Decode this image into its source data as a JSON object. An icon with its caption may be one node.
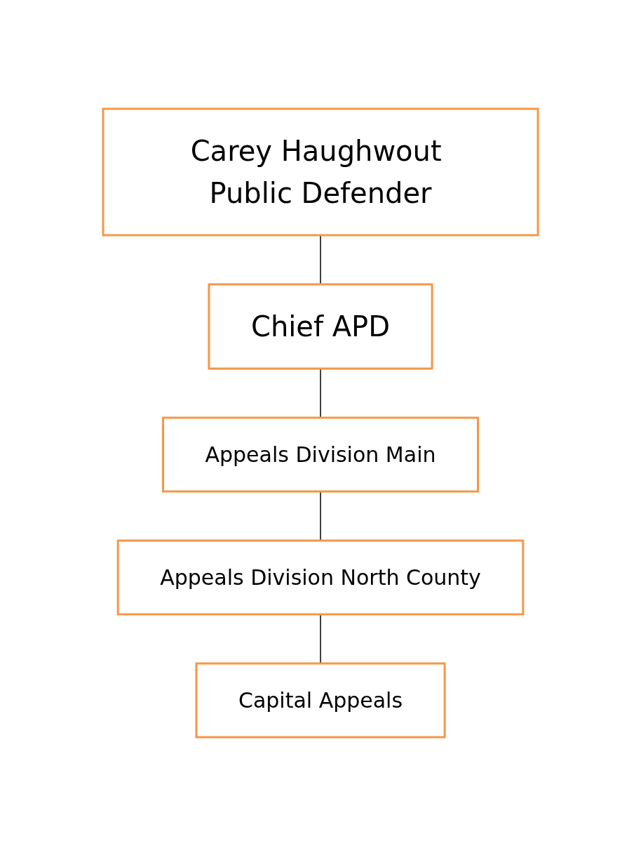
{
  "diagram": {
    "nodes": [
      {
        "text": [
          "Carey Haughwout Public Defender"
        ]
      },
      {
        "text": [
          "Chief APD"
        ]
      },
      {
        "text": [
          "Appeals Division Main"
        ]
      },
      {
        "text": [
          "Appeals Division North County"
        ]
      },
      {
        "text": [
          "Capital Appeals"
        ]
      }
    ],
    "edges": [
      {
        "from": 0,
        "to": 1,
        "arrow": "none"
      },
      {
        "from": 1,
        "to": 2,
        "arrow": "none"
      },
      {
        "from": 2,
        "to": 3,
        "arrow": "none"
      },
      {
        "from": 3,
        "to": 4,
        "arrow": "none"
      }
    ]
  }
}
